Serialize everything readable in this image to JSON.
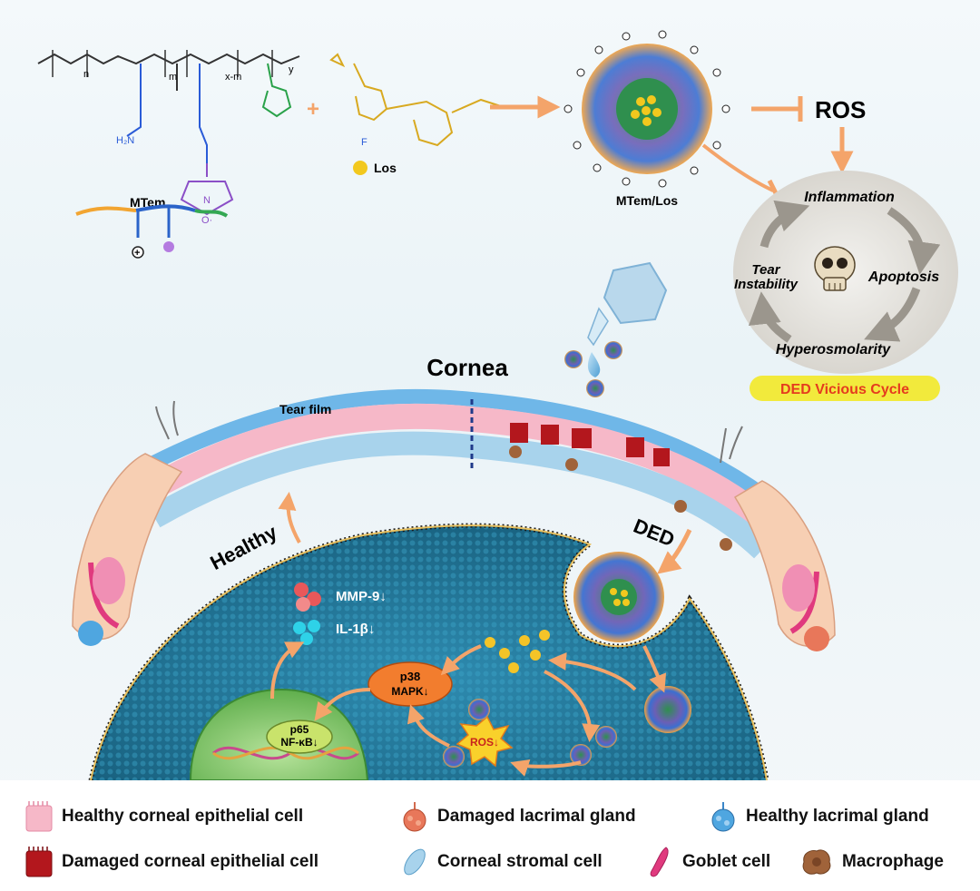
{
  "chemistry": {
    "polymer_name": "MTem",
    "drug_name": "Los",
    "nanoparticle_name": "MTem/Los",
    "plus_sign": "+",
    "repeat_m": "m",
    "repeat_n": "n",
    "repeat_xm": "x-m",
    "repeat_y": "y",
    "amine_label": "H₂N",
    "fluoro_label": "F",
    "nitroxide_label": "N",
    "oxygen_radical": "O·"
  },
  "ros_panel": {
    "target": "ROS",
    "cycle_steps": [
      "Inflammation",
      "Apoptosis",
      "Hyperosmolarity",
      "Tear Instability"
    ],
    "cycle_badge": "DED Vicious Cycle",
    "badge_color": "#f2ea3c",
    "badge_text_color": "#e53b1e"
  },
  "eye": {
    "title": "Cornea",
    "tear_film_label": "Tear film",
    "healthy_label": "Healthy",
    "ded_label": "DED"
  },
  "cell": {
    "mmp9_label": "MMP-9↓",
    "il1b_label": "IL-1β↓",
    "p38_label_1": "p38",
    "p38_label_2": "MAPK↓",
    "p65_label_1": "p65",
    "p65_label_2": "NF-κB↓",
    "ros_label": "ROS↓"
  },
  "legend": {
    "healthy_epithelial": "Healthy corneal epithelial cell",
    "damaged_lacrimal": "Damaged lacrimal gland",
    "healthy_lacrimal": "Healthy lacrimal gland",
    "damaged_epithelial": "Damaged corneal epithelial cell",
    "stromal": "Corneal stromal cell",
    "goblet": "Goblet cell",
    "macrophage": "Macrophage"
  },
  "colors": {
    "arrow": "#f4a46a",
    "tear_film": "#6fb7e8",
    "healthy_cell": "#f6b8c8",
    "damaged_cell": "#b3171d",
    "cell_body": "#2b7fa0",
    "nucleus": "#8fd17a",
    "drug": "#f2c81e"
  }
}
